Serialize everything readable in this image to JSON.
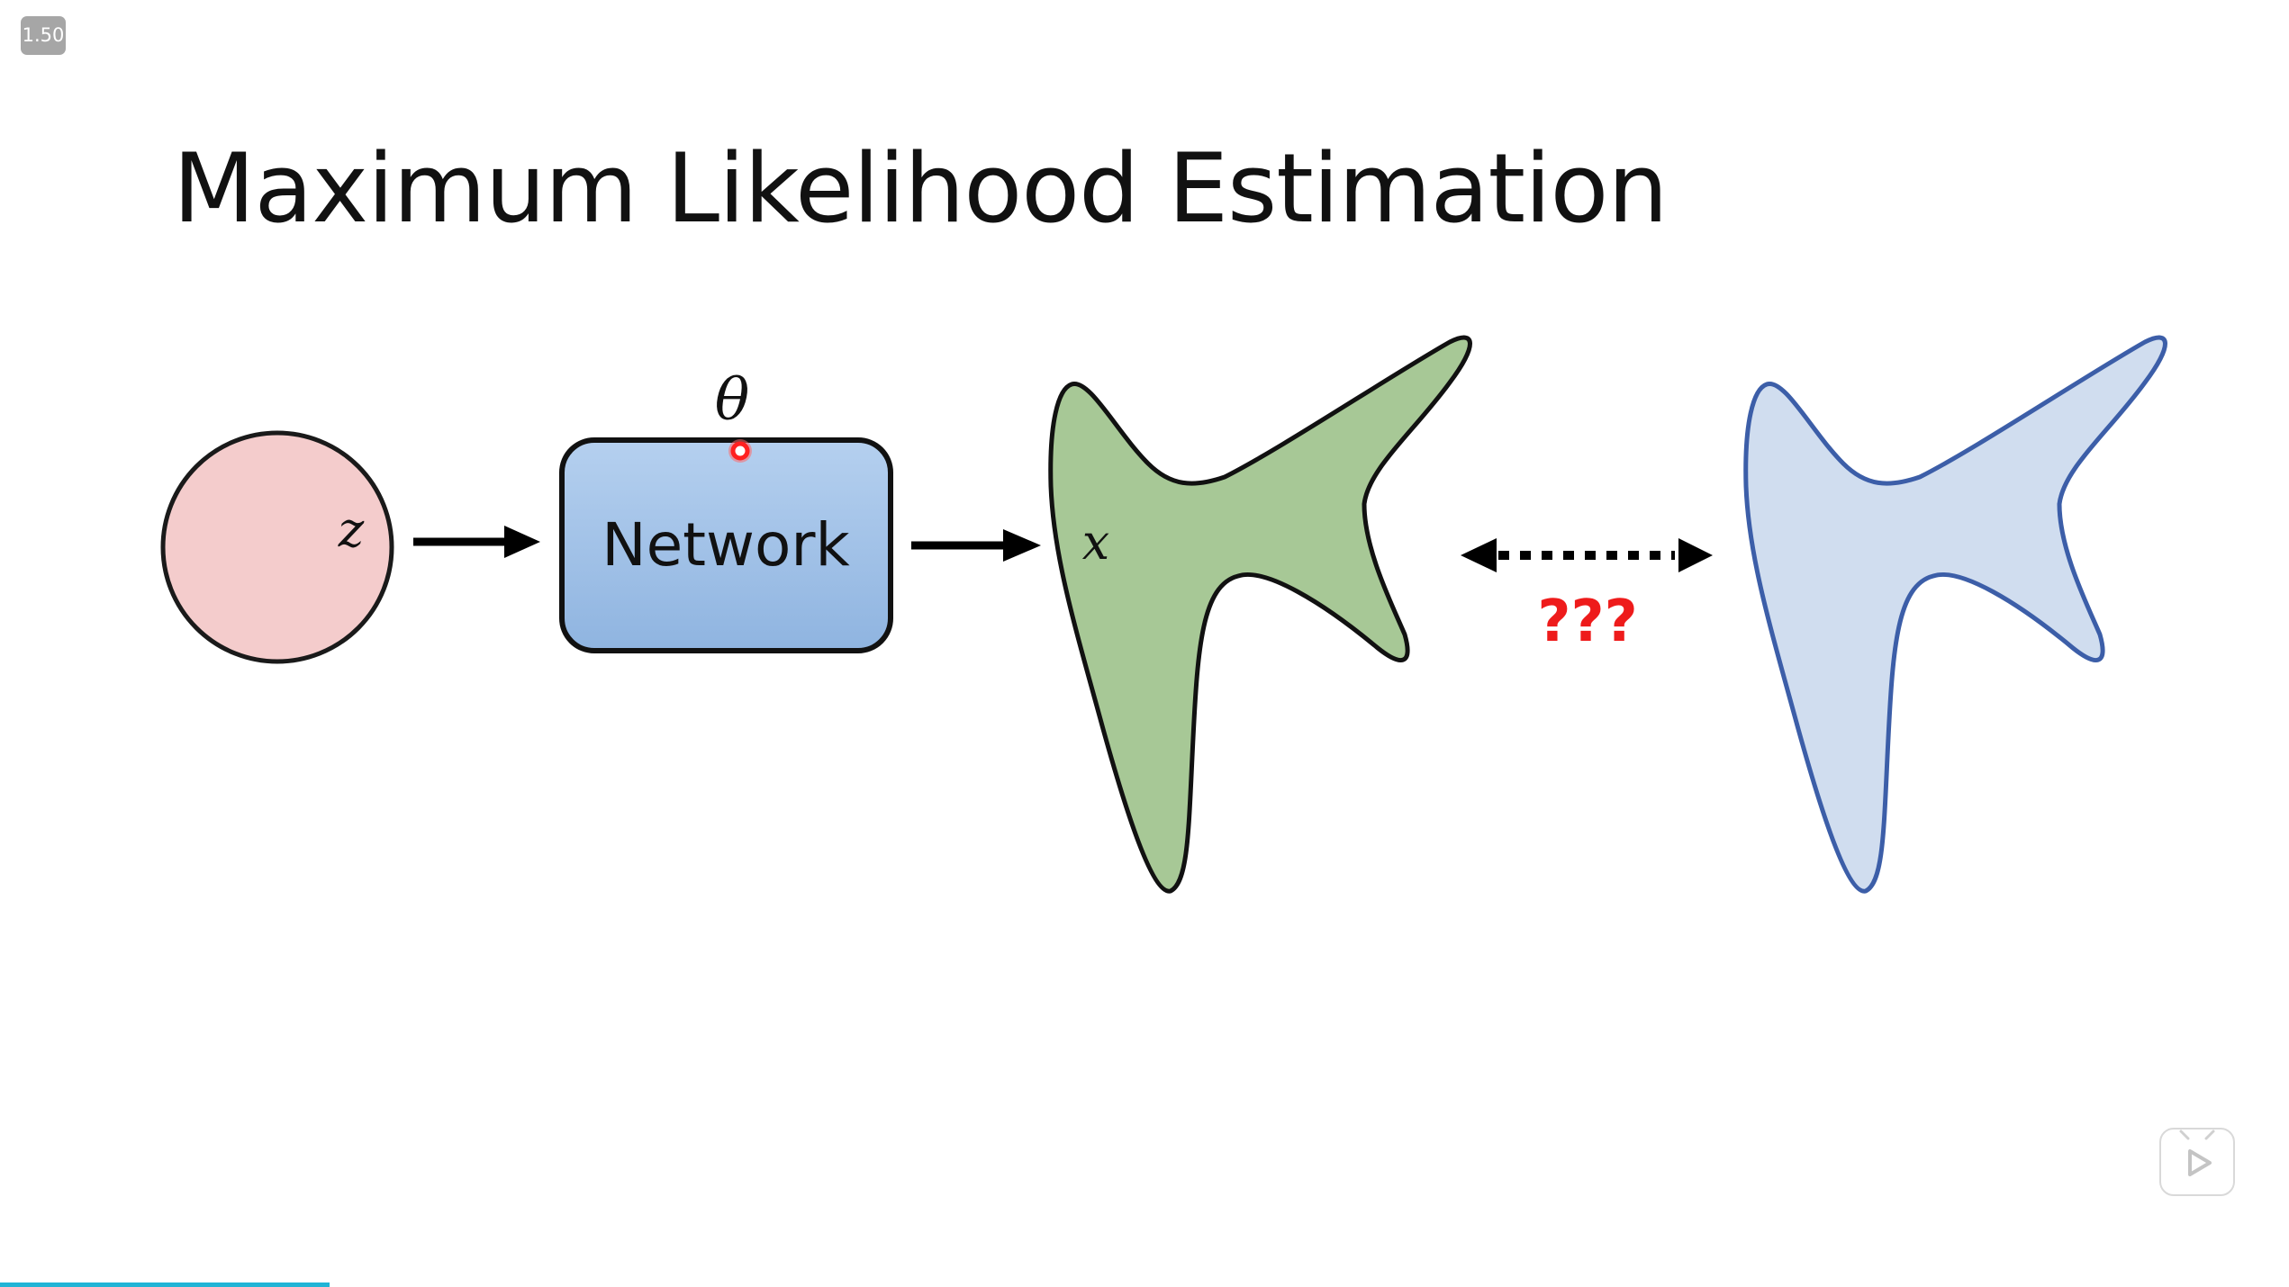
{
  "player": {
    "speed_label": "1.50",
    "progress_fraction": 0.144,
    "play_icon": "play-icon"
  },
  "slide": {
    "title": "Maximum Likelihood Estimation",
    "latent_label": "z",
    "network_label": "Network",
    "param_label": "θ",
    "output_label": "x",
    "comparison_label": "???"
  },
  "colors": {
    "latent_fill": "#f4cccc",
    "network_fill": "#9fc0e6",
    "generated_fill": "#a7c896",
    "real_fill": "#d0ddef",
    "real_stroke": "#3c5ea8",
    "question_color": "#ee1b1b",
    "pointer_color": "#ff2020",
    "progress_color": "#20b4d6"
  }
}
